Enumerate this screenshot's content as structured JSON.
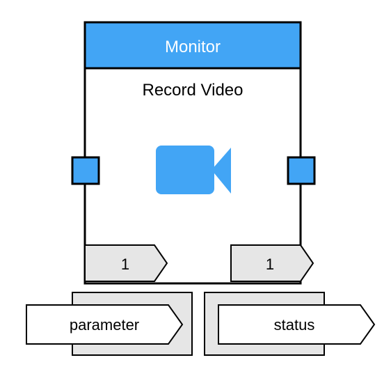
{
  "block": {
    "title": "Monitor",
    "subtitle": "Record Video",
    "accent_color": "#42A5F5",
    "icon": "video-camera-icon"
  },
  "ports": {
    "left_tab_value": "1",
    "right_tab_value": "1"
  },
  "io": {
    "input_label": "parameter",
    "output_label": "status"
  }
}
